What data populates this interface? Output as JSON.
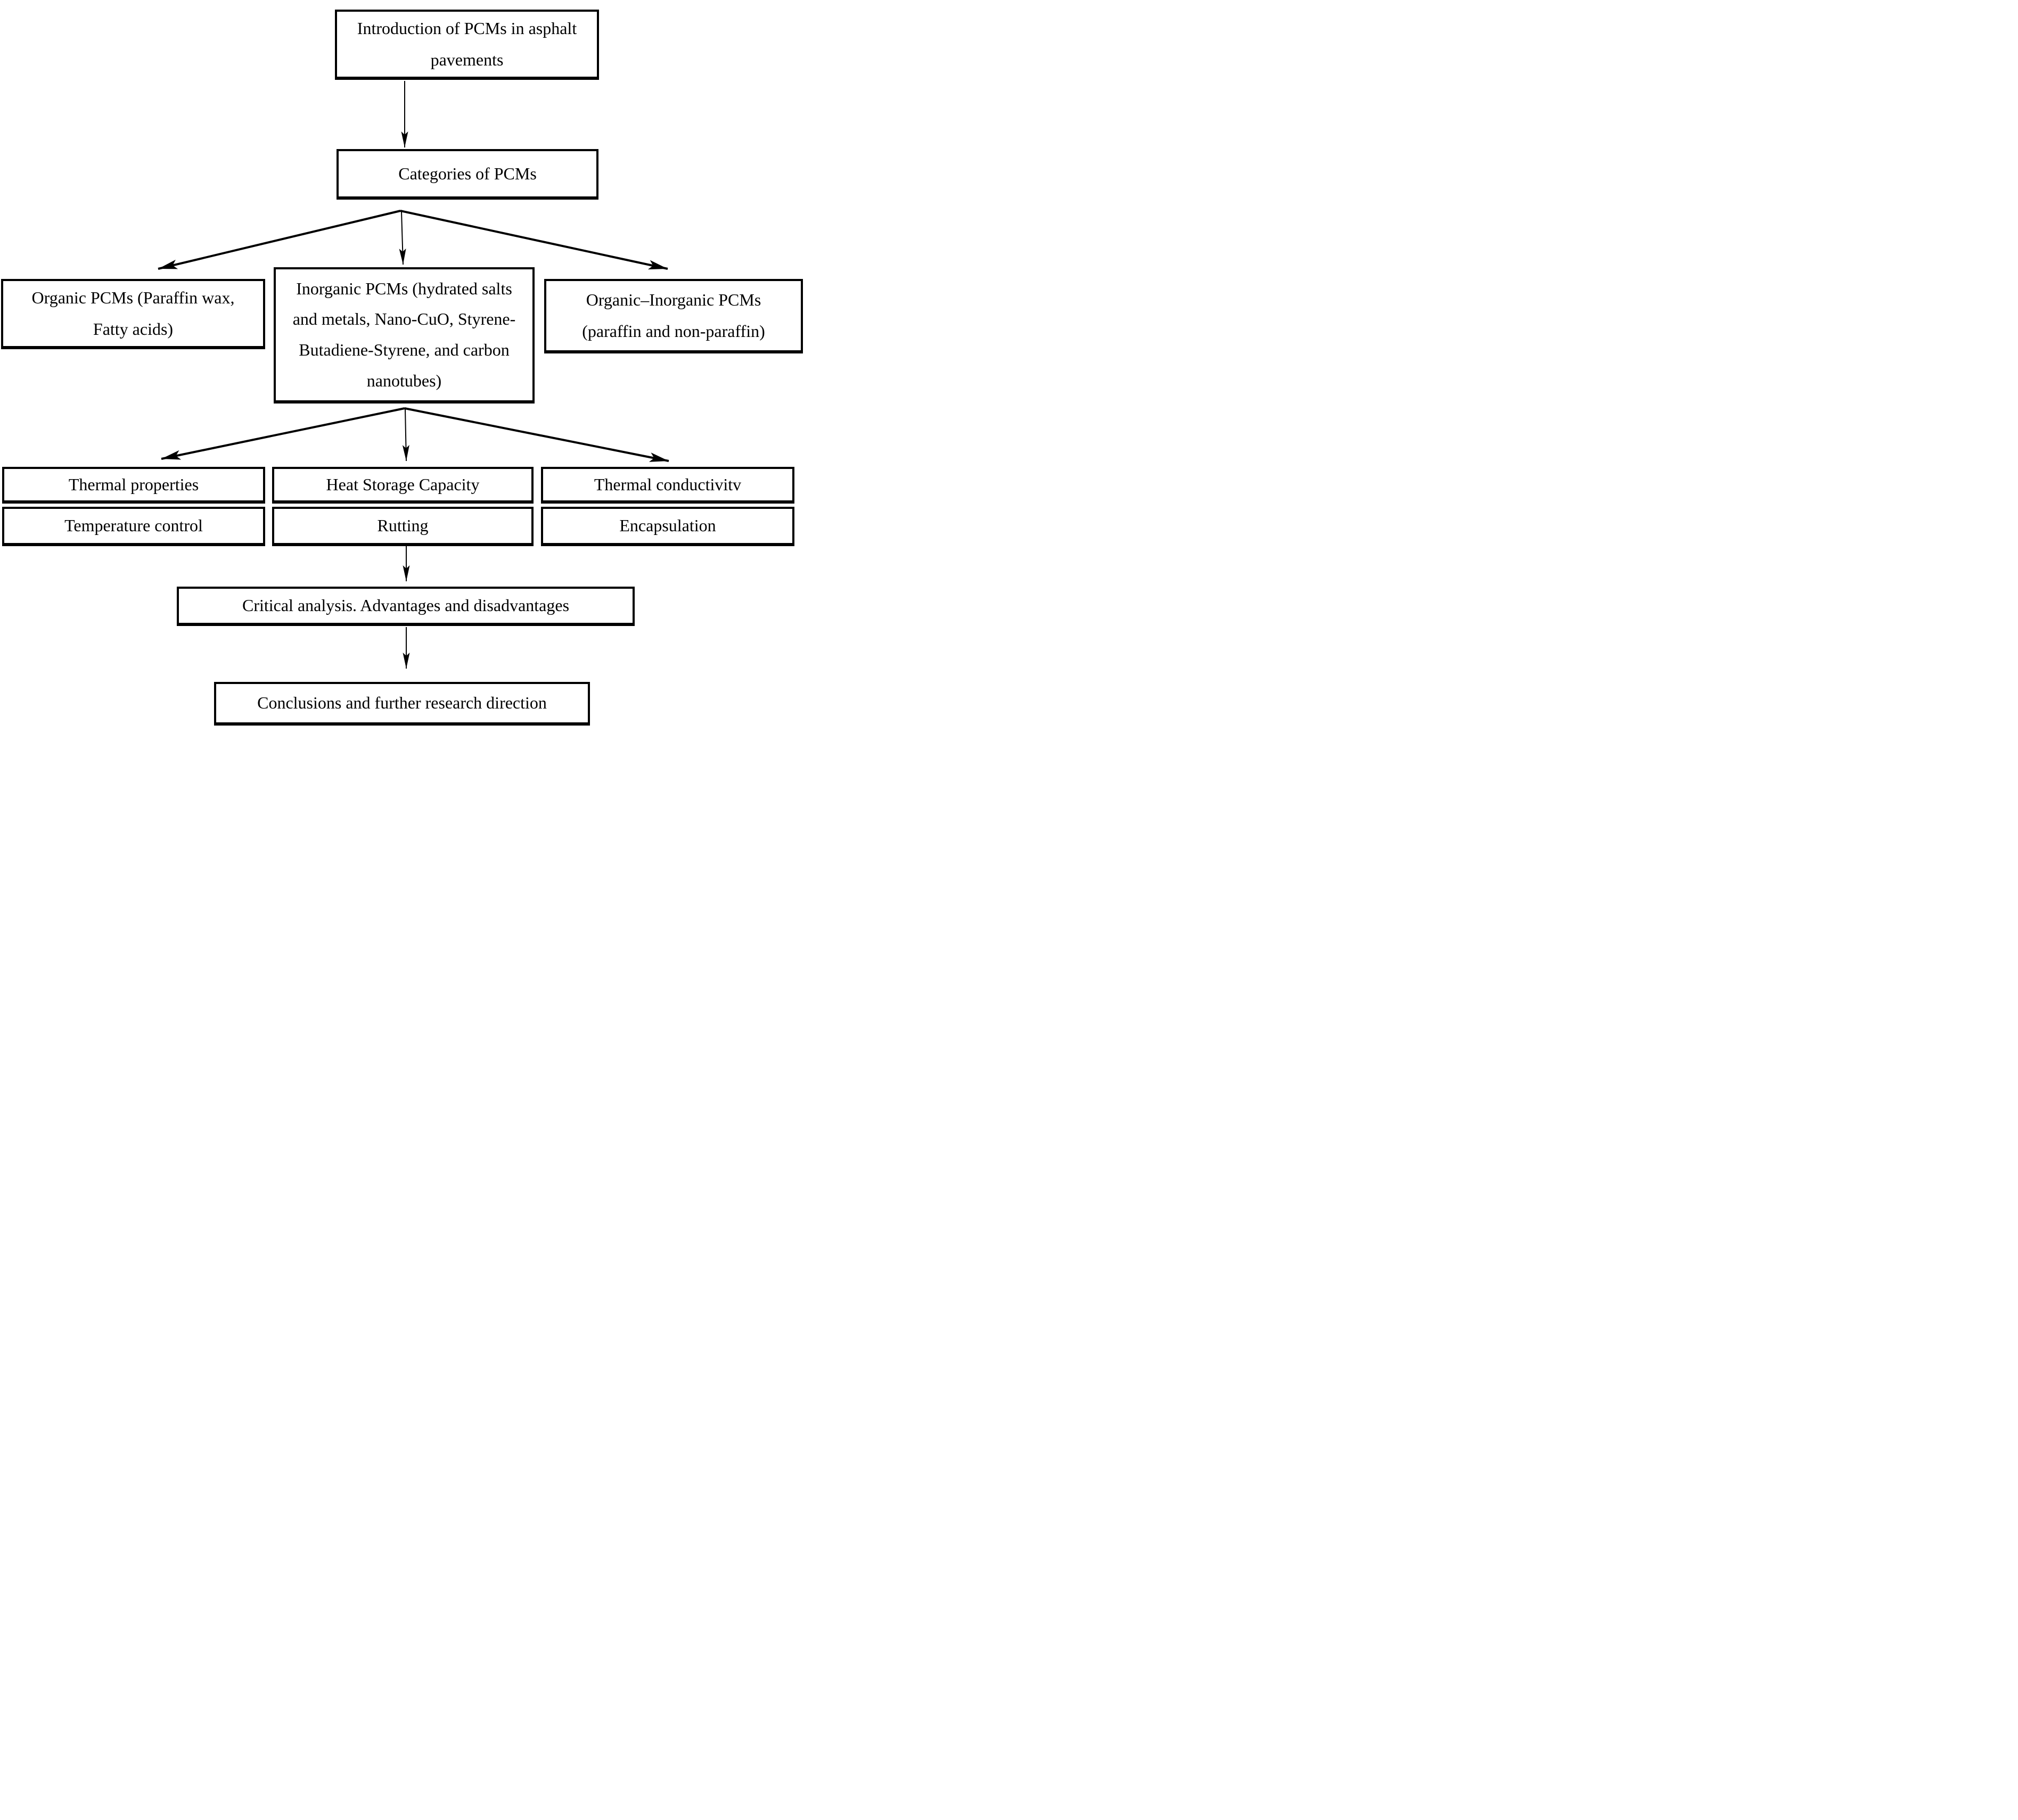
{
  "figure": {
    "type": "flowchart",
    "background_color": "#ffffff",
    "ink_color": "#000000",
    "nodes": {
      "intro": "Introduction of PCMs in asphalt\npavements",
      "categories": "Categories of PCMs",
      "organic": "Organic PCMs (Paraffin wax,\nFatty acids)",
      "inorganic": "Inorganic PCMs (hydrated salts\nand metals, Nano-CuO, Styrene-\nButadiene-Styrene, and carbon\nnanotubes)",
      "organic_inorganic": "Organic–Inorganic PCMs\n(paraffin and non-paraffin)",
      "thermal_properties": "Thermal properties",
      "heat_storage": "Heat Storage Capacity",
      "thermal_conductivity": "Thermal conductivitv",
      "temperature_control": "Temperature control",
      "rutting": "Rutting",
      "encapsulation": "Encapsulation",
      "critical": "Critical analysis. Advantages and disadvantages",
      "conclusions": "Conclusions and further research direction"
    }
  }
}
